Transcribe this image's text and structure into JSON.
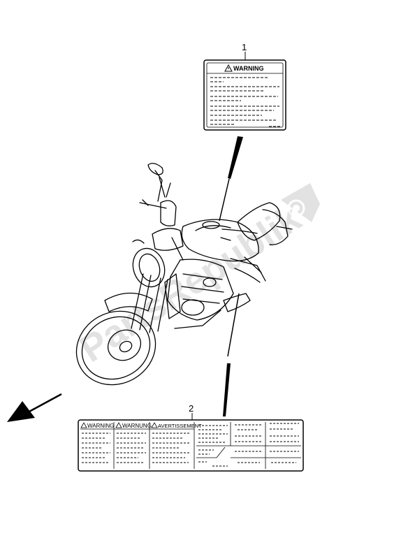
{
  "callouts": {
    "label_1": "1",
    "label_2": "2"
  },
  "label_1": {
    "warning_heading": "WARNING"
  },
  "label_2": {
    "warning_heading_1": "WARNING",
    "warning_heading_2": "WARNUNG",
    "warning_heading_3": "AVERTISSEMENT"
  },
  "watermark": {
    "text": "PartsRepublik",
    "icon": "gear-icon"
  },
  "icons": {
    "arrow": "direction-arrow-icon",
    "warning": "warning-triangle-icon"
  },
  "colors": {
    "line": "#000000",
    "watermark": "#d9d9d9"
  }
}
